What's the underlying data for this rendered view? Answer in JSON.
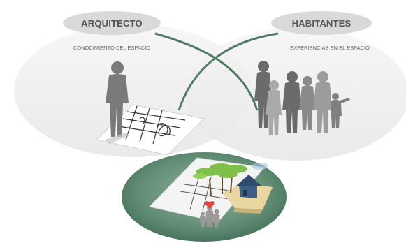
{
  "left_group": {
    "title": "ARQUITECTO",
    "subtitle": "CONOCIMIENTO DEL ESPACIO"
  },
  "right_group": {
    "title": "HABITANTES",
    "subtitle": "EXPERIENCIAS EN EL ESPACIO"
  },
  "colors": {
    "ellipse_fill": "#efefef",
    "pill_fill": "#d9d9d9",
    "arc_stroke": "#4f7a63",
    "bottom_disc": "#5f8a72",
    "figure_dark": "#6b6b6b",
    "figure_light": "#a9a9a9",
    "house_blue": "#3d5f86",
    "tree_green": "#7fc04a",
    "heart_red": "#e0443c"
  }
}
